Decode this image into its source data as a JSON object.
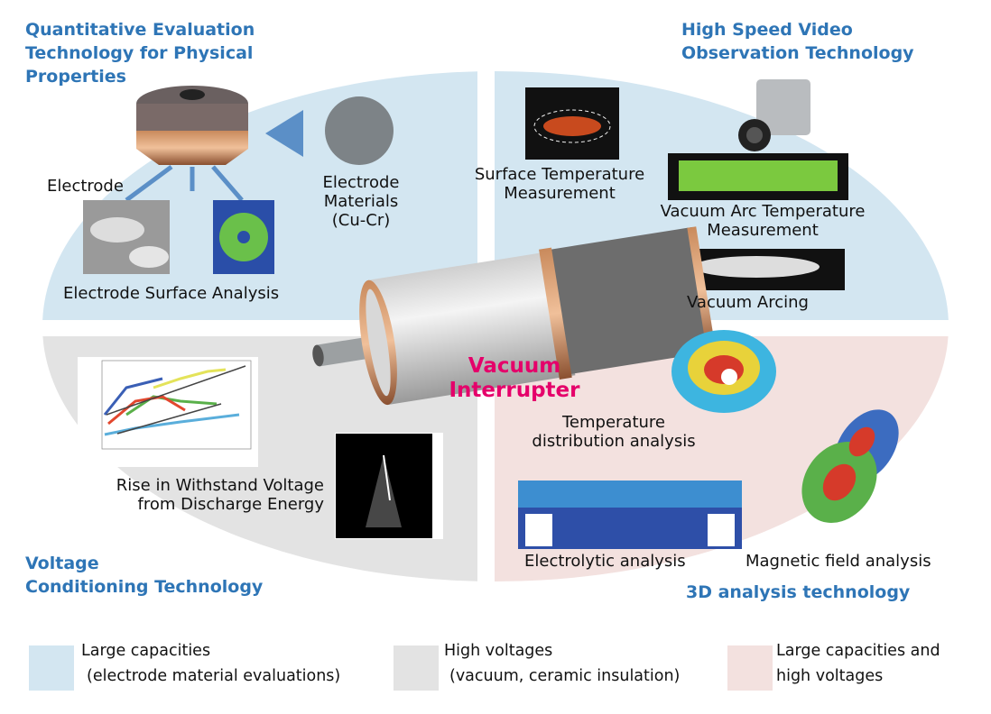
{
  "colors": {
    "blue_region": "#d3e6f1",
    "gray_region": "#e3e3e3",
    "pink_region": "#f3e1df",
    "heading": "#2e75b6",
    "center_title": "#e5006a"
  },
  "center_title": [
    "Vacuum",
    "Interrupter"
  ],
  "quadrants": {
    "top_left": {
      "heading": [
        "Quantitative Evaluation",
        "Technology for Physical",
        "Properties"
      ],
      "labels": {
        "electrode": "Electrode",
        "materials": [
          "Electrode",
          "Materials",
          "(Cu-Cr)"
        ],
        "surface": "Electrode Surface Analysis"
      }
    },
    "top_right": {
      "heading": [
        "High Speed Video",
        "Observation Technology"
      ],
      "labels": {
        "surface_temp": [
          "Surface Temperature",
          "Measurement"
        ],
        "arc_temp": [
          "Vacuum Arc Temperature",
          "Measurement"
        ],
        "arcing": "Vacuum Arcing"
      }
    },
    "bottom_left": {
      "heading": [
        "Voltage",
        "Conditioning Technology"
      ],
      "labels": {
        "rise": [
          "Rise in Withstand Voltage",
          "from Discharge Energy"
        ]
      }
    },
    "bottom_right": {
      "heading": "3D analysis technology",
      "labels": {
        "temp": [
          "Temperature",
          "distribution analysis"
        ],
        "electro": "Electrolytic analysis",
        "magnetic": "Magnetic field analysis"
      }
    }
  },
  "legend": [
    {
      "color": "#d3e6f1",
      "lines": [
        "Large capacities",
        "(electrode material evaluations)"
      ]
    },
    {
      "color": "#e3e3e3",
      "lines": [
        "High voltages",
        "(vacuum, ceramic insulation)"
      ]
    },
    {
      "color": "#f3e1df",
      "lines": [
        "Large capacities and",
        "high voltages"
      ]
    }
  ]
}
